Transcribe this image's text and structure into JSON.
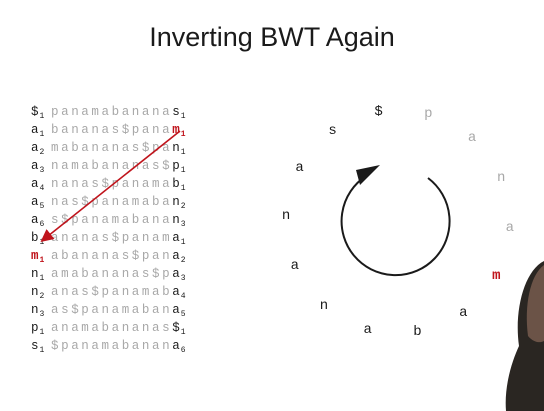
{
  "title": "Inverting BWT Again",
  "colors": {
    "red": "#c0141c",
    "gray": "#a8a8a8",
    "dark": "#1a1a1a"
  },
  "matrix_rows": [
    {
      "first": "$",
      "fi": "1",
      "middle": "panamabanana",
      "last": "s",
      "li": "1",
      "highlight": ""
    },
    {
      "first": "a",
      "fi": "1",
      "middle": "bananas$pana",
      "last": "m",
      "li": "1",
      "highlight": "last"
    },
    {
      "first": "a",
      "fi": "2",
      "middle": "mabananas$pa",
      "last": "n",
      "li": "1",
      "highlight": ""
    },
    {
      "first": "a",
      "fi": "3",
      "middle": "namabananas$",
      "last": "p",
      "li": "1",
      "highlight": ""
    },
    {
      "first": "a",
      "fi": "4",
      "middle": "nanas$panama",
      "last": "b",
      "li": "1",
      "highlight": ""
    },
    {
      "first": "a",
      "fi": "5",
      "middle": "nas$panamaba",
      "last": "n",
      "li": "2",
      "highlight": ""
    },
    {
      "first": "a",
      "fi": "6",
      "middle": "s$panamabana",
      "last": "n",
      "li": "3",
      "highlight": ""
    },
    {
      "first": "b",
      "fi": "1",
      "middle": "ananas$panam",
      "last": "a",
      "li": "1",
      "highlight": ""
    },
    {
      "first": "m",
      "fi": "1",
      "middle": "abananas$pan",
      "last": "a",
      "li": "2",
      "highlight": "first"
    },
    {
      "first": "n",
      "fi": "1",
      "middle": "amabananas$p",
      "last": "a",
      "li": "3",
      "highlight": ""
    },
    {
      "first": "n",
      "fi": "2",
      "middle": "anas$panamab",
      "last": "a",
      "li": "4",
      "highlight": ""
    },
    {
      "first": "n",
      "fi": "3",
      "middle": "as$panamaban",
      "last": "a",
      "li": "5",
      "highlight": ""
    },
    {
      "first": "p",
      "fi": "1",
      "middle": "anamabananas",
      "last": "$",
      "li": "1",
      "highlight": ""
    },
    {
      "first": "s",
      "fi": "1",
      "middle": "$panamabanan",
      "last": "a",
      "li": "6",
      "highlight": ""
    }
  ],
  "ring": [
    {
      "ch": "$",
      "tone": "dark"
    },
    {
      "ch": "p",
      "tone": "gray"
    },
    {
      "ch": "a",
      "tone": "gray"
    },
    {
      "ch": "n",
      "tone": "gray"
    },
    {
      "ch": "a",
      "tone": "gray"
    },
    {
      "ch": "m",
      "tone": "red"
    },
    {
      "ch": "a",
      "tone": "dark"
    },
    {
      "ch": "b",
      "tone": "dark"
    },
    {
      "ch": "a",
      "tone": "dark"
    },
    {
      "ch": "n",
      "tone": "dark"
    },
    {
      "ch": "a",
      "tone": "dark"
    },
    {
      "ch": "n",
      "tone": "dark"
    },
    {
      "ch": "a",
      "tone": "dark"
    },
    {
      "ch": "s",
      "tone": "dark"
    }
  ]
}
